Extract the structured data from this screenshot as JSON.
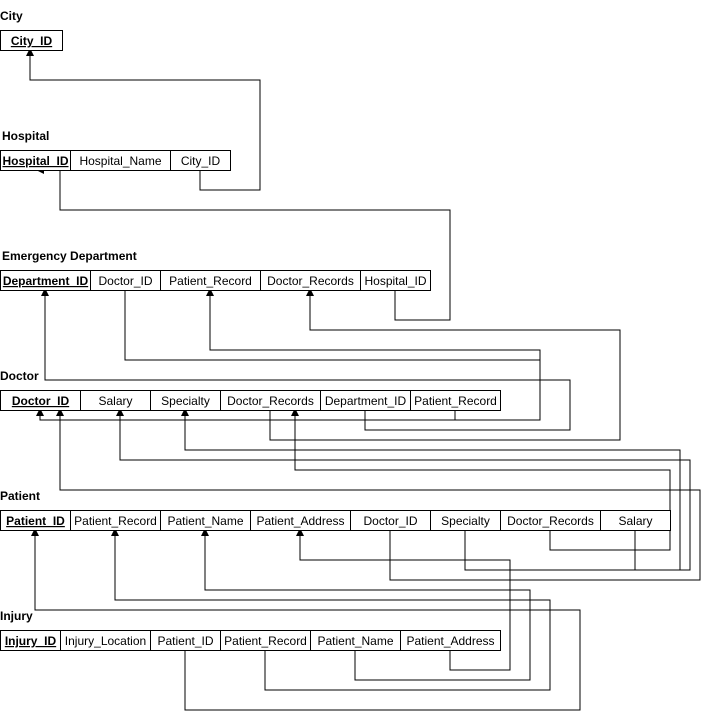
{
  "tables": {
    "city": {
      "title": "City",
      "fields": [
        {
          "label": "City_ID",
          "pk": true
        }
      ]
    },
    "hospital": {
      "title": "Hospital",
      "fields": [
        {
          "label": "Hospital_ID",
          "pk": true
        },
        {
          "label": "Hospital_Name",
          "pk": false
        },
        {
          "label": "City_ID",
          "pk": false
        }
      ]
    },
    "emergency_department": {
      "title": "Emergency Department",
      "fields": [
        {
          "label": "Department_ID",
          "pk": true
        },
        {
          "label": "Doctor_ID",
          "pk": false
        },
        {
          "label": "Patient_Record",
          "pk": false
        },
        {
          "label": "Doctor_Records",
          "pk": false
        },
        {
          "label": "Hospital_ID",
          "pk": false
        }
      ]
    },
    "doctor": {
      "title": "Doctor",
      "fields": [
        {
          "label": "Doctor_ID",
          "pk": true
        },
        {
          "label": "Salary",
          "pk": false
        },
        {
          "label": "Specialty",
          "pk": false
        },
        {
          "label": "Doctor_Records",
          "pk": false
        },
        {
          "label": "Department_ID",
          "pk": false
        },
        {
          "label": "Patient_Record",
          "pk": false
        }
      ]
    },
    "patient": {
      "title": "Patient",
      "fields": [
        {
          "label": "Patient_ID",
          "pk": true
        },
        {
          "label": "Patient_Record",
          "pk": false
        },
        {
          "label": "Patient_Name",
          "pk": false
        },
        {
          "label": "Patient_Address",
          "pk": false
        },
        {
          "label": "Doctor_ID",
          "pk": false
        },
        {
          "label": "Specialty",
          "pk": false
        },
        {
          "label": "Doctor_Records",
          "pk": false
        },
        {
          "label": "Salary",
          "pk": false
        }
      ]
    },
    "injury": {
      "title": "Injury",
      "fields": [
        {
          "label": "Injury_ID",
          "pk": true
        },
        {
          "label": "Injury_Location",
          "pk": false
        },
        {
          "label": "Patient_ID",
          "pk": false
        },
        {
          "label": "Patient_Record",
          "pk": false
        },
        {
          "label": "Patient_Name",
          "pk": false
        },
        {
          "label": "Patient_Address",
          "pk": false
        }
      ]
    }
  },
  "relationships": [
    {
      "from": "hospital.City_ID",
      "to": "city.City_ID"
    },
    {
      "from": "emergency_department.Hospital_ID",
      "to": "hospital.Hospital_ID"
    },
    {
      "from": "doctor.Department_ID",
      "to": "emergency_department.Department_ID"
    },
    {
      "from": "emergency_department.Doctor_ID",
      "to": "doctor.Doctor_ID"
    },
    {
      "from": "doctor.Patient_Record",
      "to": "emergency_department.Patient_Record"
    },
    {
      "from": "doctor.Doctor_Records",
      "to": "emergency_department.Doctor_Records"
    },
    {
      "from": "patient.Salary",
      "to": "doctor.Salary"
    },
    {
      "from": "patient.Specialty",
      "to": "doctor.Specialty"
    },
    {
      "from": "patient.Doctor_Records",
      "to": "doctor.Doctor_Records"
    },
    {
      "from": "patient.Doctor_ID",
      "to": "doctor.Doctor_ID"
    },
    {
      "from": "injury.Patient_ID",
      "to": "patient.Patient_ID"
    },
    {
      "from": "injury.Patient_Record",
      "to": "patient.Patient_Record"
    },
    {
      "from": "injury.Patient_Name",
      "to": "patient.Patient_Name"
    },
    {
      "from": "injury.Patient_Address",
      "to": "patient.Patient_Address"
    }
  ]
}
